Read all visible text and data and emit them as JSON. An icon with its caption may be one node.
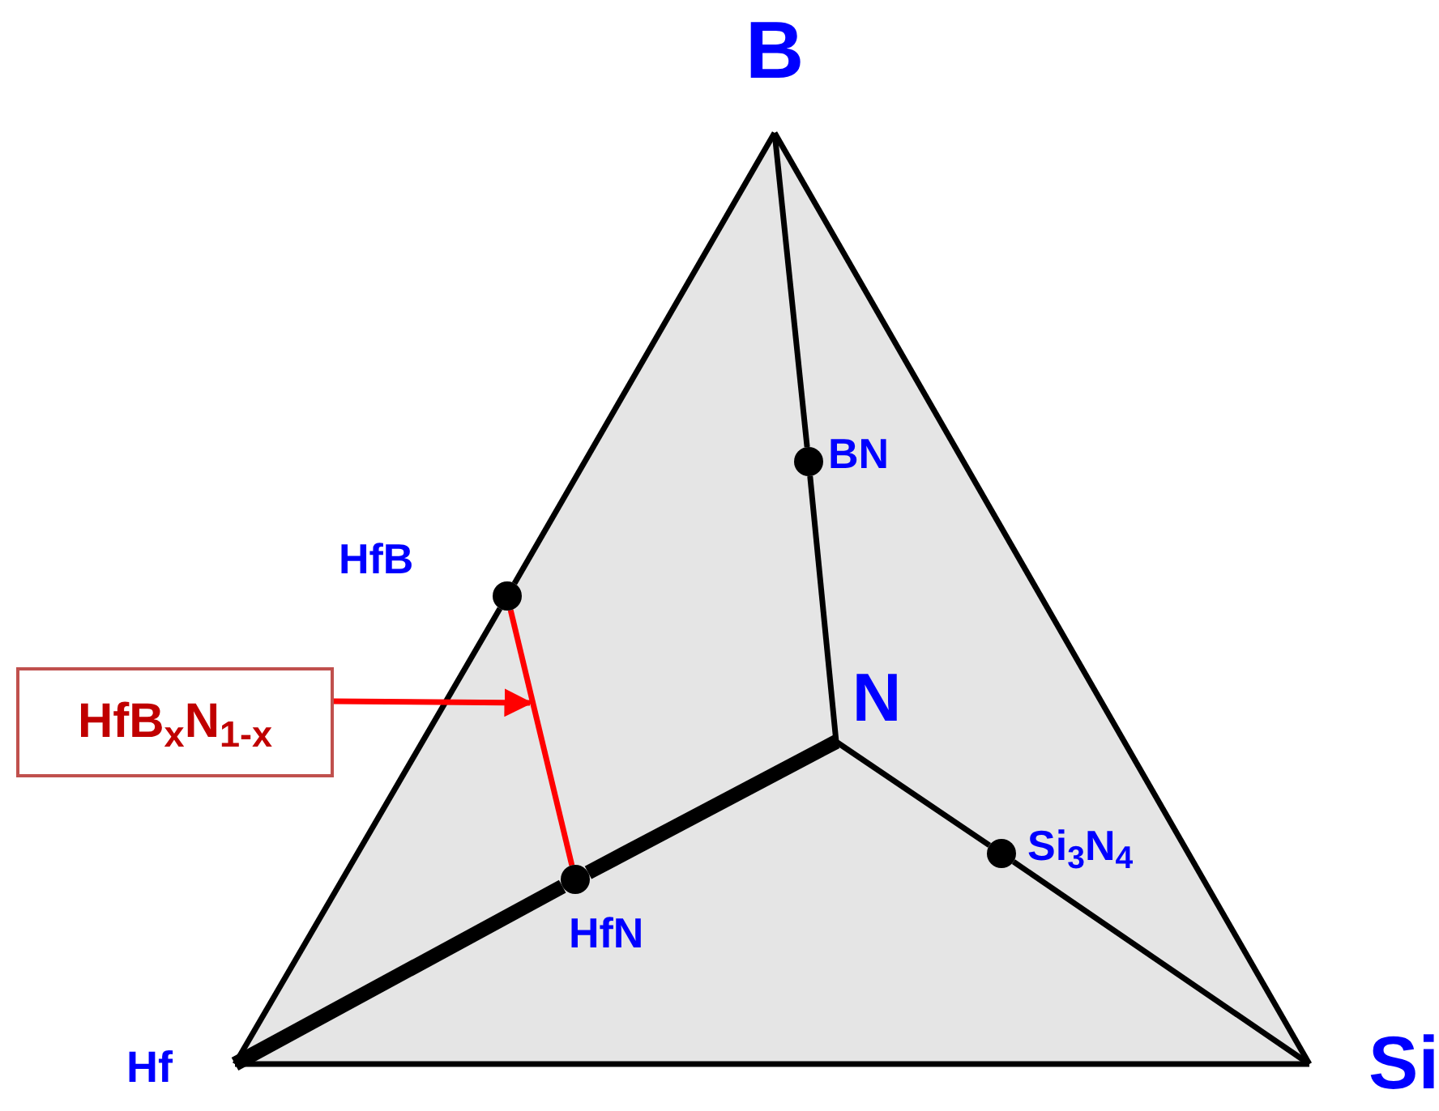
{
  "diagram": {
    "nodes": [
      {
        "text": [
          "B"
        ]
      },
      {
        "text": [
          "Hf"
        ]
      },
      {
        "text": [
          "Si"
        ]
      },
      {
        "text": [
          "N"
        ]
      },
      {
        "text": [
          "BN"
        ]
      },
      {
        "text": [
          "HfB"
        ]
      },
      {
        "text": [
          "HfN"
        ]
      },
      {
        "text": [
          "Si$_{3}$N$_{4}$"
        ]
      },
      {
        "text": [
          "HfB$_{x}$N$_{1-x}$"
        ]
      }
    ],
    "edges": [
      {
        "from": 0,
        "to": 5,
        "arrow": "none"
      },
      {
        "from": 5,
        "to": 1,
        "arrow": "none"
      },
      {
        "from": 0,
        "to": 2,
        "arrow": "none"
      },
      {
        "from": 1,
        "to": 2,
        "arrow": "none"
      },
      {
        "from": 0,
        "to": 4,
        "arrow": "none"
      },
      {
        "from": 4,
        "to": 3,
        "arrow": "none"
      },
      {
        "from": 1,
        "to": 6,
        "arrow": "none",
        "style": "thick"
      },
      {
        "from": 6,
        "to": 3,
        "arrow": "none",
        "style": "thick"
      },
      {
        "from": 3,
        "to": 7,
        "arrow": "none"
      },
      {
        "from": 7,
        "to": 2,
        "arrow": "none"
      },
      {
        "from": 5,
        "to": 6,
        "arrow": "none",
        "color": "#ff0000"
      },
      {
        "from": 8,
        "to": null,
        "arrow": "to",
        "color": "#ff0000"
      }
    ]
  }
}
